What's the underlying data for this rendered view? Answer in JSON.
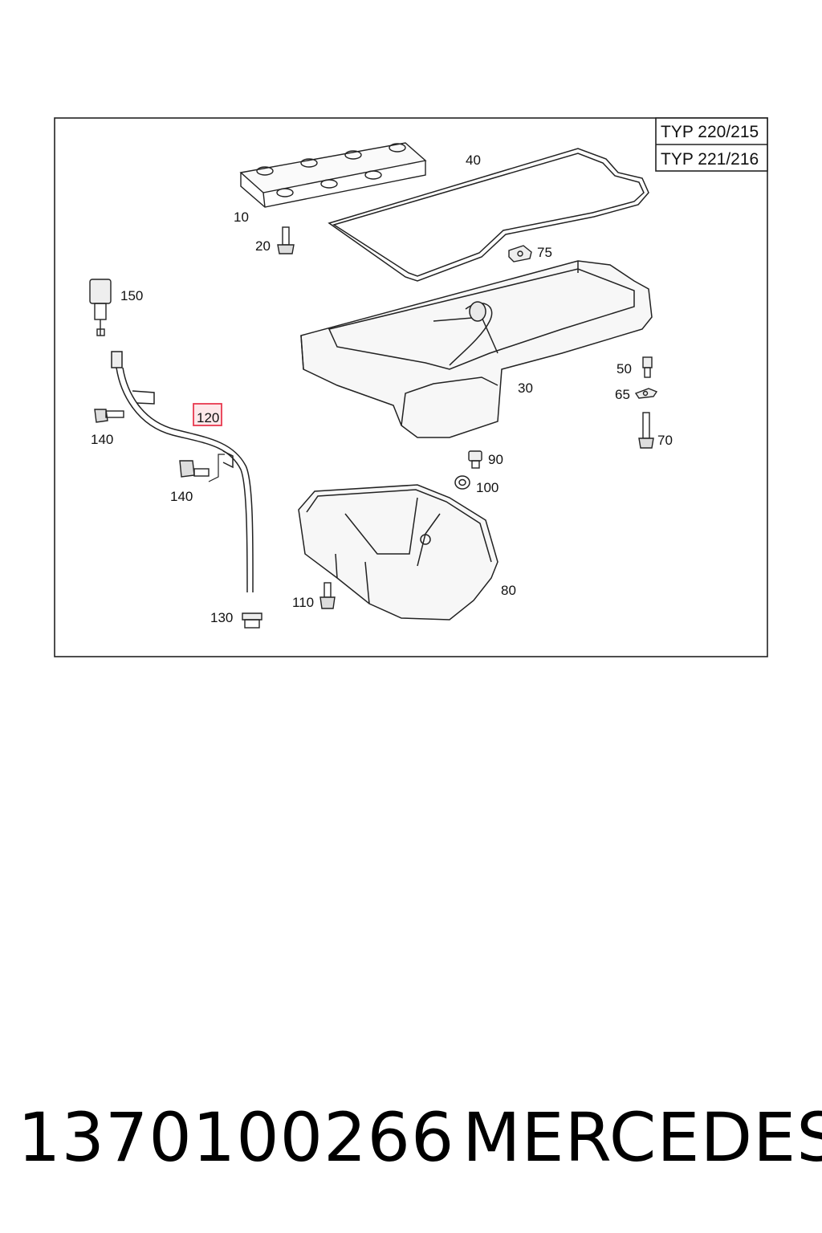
{
  "variants": {
    "typ_a": "TYP 220/215",
    "typ_b": "TYP 221/216"
  },
  "callouts": {
    "p10": "10",
    "p20": "20",
    "p30": "30",
    "p40": "40",
    "p50": "50",
    "p65": "65",
    "p70": "70",
    "p75": "75",
    "p80": "80",
    "p90": "90",
    "p100": "100",
    "p110": "110",
    "p120": "120",
    "p130": "130",
    "p140a": "140",
    "p140b": "140",
    "p150": "150"
  },
  "highlight_color": "#e8384f",
  "caption": {
    "part_number": "1370100266",
    "brand": "MERCEDES"
  }
}
